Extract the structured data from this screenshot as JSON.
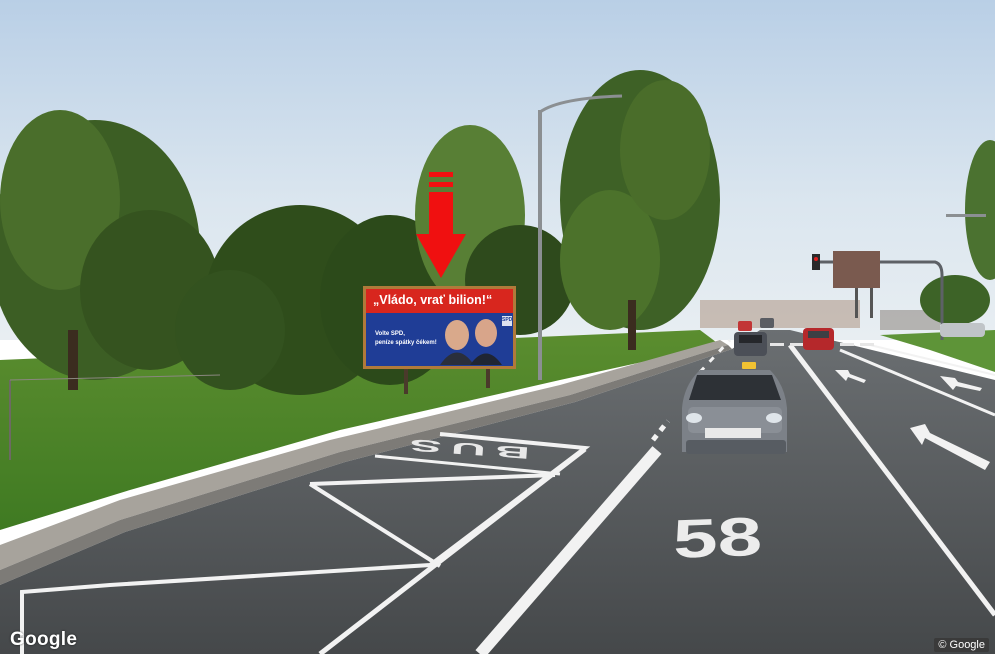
{
  "street_view": {
    "billboard": {
      "headline": "„Vládo, vrať bilion!“",
      "subline_1": "Volte SPD,",
      "subline_2": "peníze spátky čékem!",
      "logo": "SPD"
    },
    "road_markings": {
      "bus_lane": "BUS",
      "speed_number": "58"
    },
    "watermark": "Google",
    "copyright": "© Google",
    "colors": {
      "sky": "#c9dbec",
      "grass": "#4f8a2c",
      "asphalt": "#55595c",
      "billboard_red": "#d8261e",
      "billboard_blue": "#1f3d96",
      "arrow_red": "#f01010"
    }
  }
}
